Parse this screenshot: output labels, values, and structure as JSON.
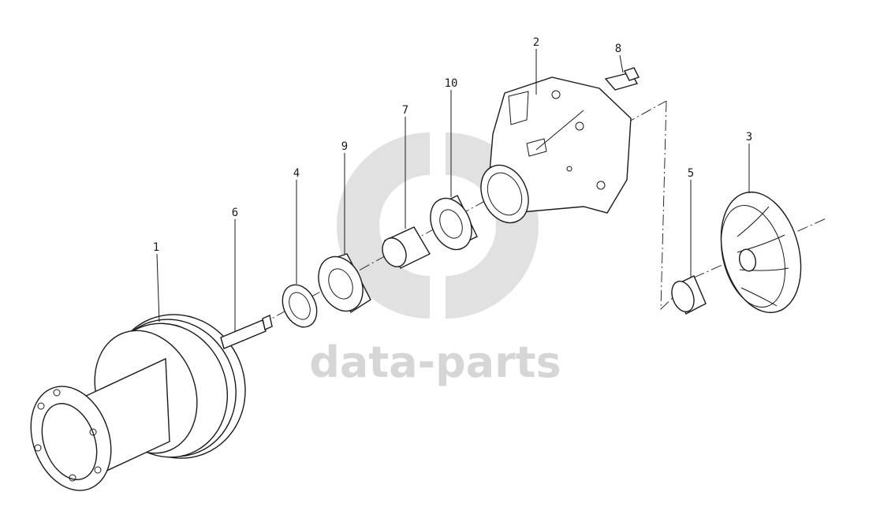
{
  "watermark": {
    "text": "data-parts",
    "color": "#d6d6d6"
  },
  "callouts": [
    {
      "id": "1",
      "label": "1"
    },
    {
      "id": "2",
      "label": "2"
    },
    {
      "id": "3",
      "label": "3"
    },
    {
      "id": "4",
      "label": "4"
    },
    {
      "id": "5",
      "label": "5"
    },
    {
      "id": "6",
      "label": "6"
    },
    {
      "id": "7",
      "label": "7"
    },
    {
      "id": "8",
      "label": "8"
    },
    {
      "id": "9",
      "label": "9"
    },
    {
      "id": "10",
      "label": "10"
    }
  ],
  "colors": {
    "line": "#1a1a1a",
    "background": "#ffffff"
  }
}
